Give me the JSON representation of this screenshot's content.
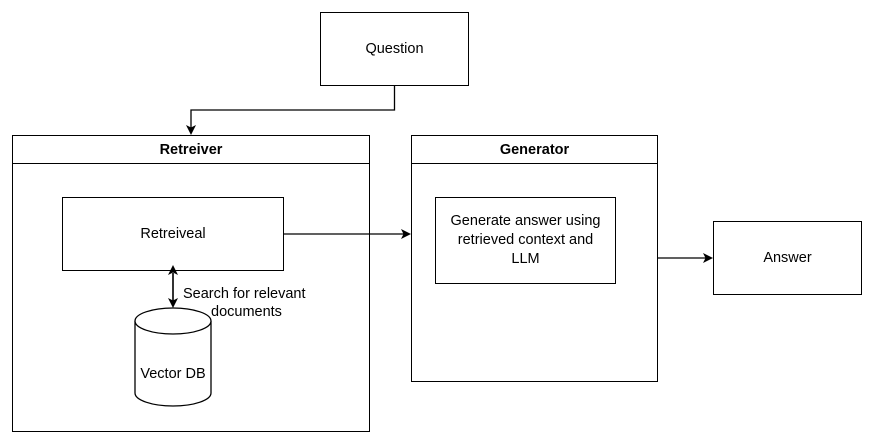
{
  "nodes": {
    "question": "Question",
    "retriever_container": "Retreiver",
    "retrieval": "Retreiveal",
    "vector_db": "Vector DB",
    "generator_container": "Generator",
    "generate": "Generate answer using retrieved context and LLM",
    "answer": "Answer"
  },
  "edges": {
    "search_label_line1": "Search for relevant",
    "search_label_line2": "documents"
  }
}
